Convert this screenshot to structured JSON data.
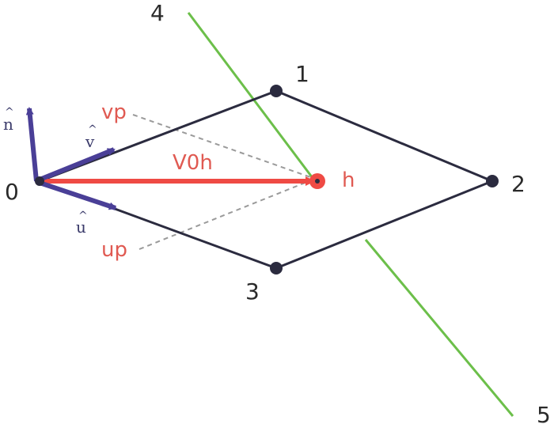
{
  "points": {
    "p0": "0",
    "p1": "1",
    "p2": "2",
    "p3": "3",
    "p4": "4",
    "p5": "5",
    "h": "h"
  },
  "vectors": {
    "n": "n",
    "v": "v",
    "u": "u",
    "vp": "vp",
    "up": "up",
    "v0h": "V0h",
    "hat": "^"
  },
  "colors": {
    "polygon": "#2b2b3f",
    "green_line": "#6cbf4a",
    "red_vector": "#ef4a44",
    "blue_vectors": "#4a3f97",
    "dashed": "#9a9a9a",
    "red_label": "#e05a52"
  }
}
